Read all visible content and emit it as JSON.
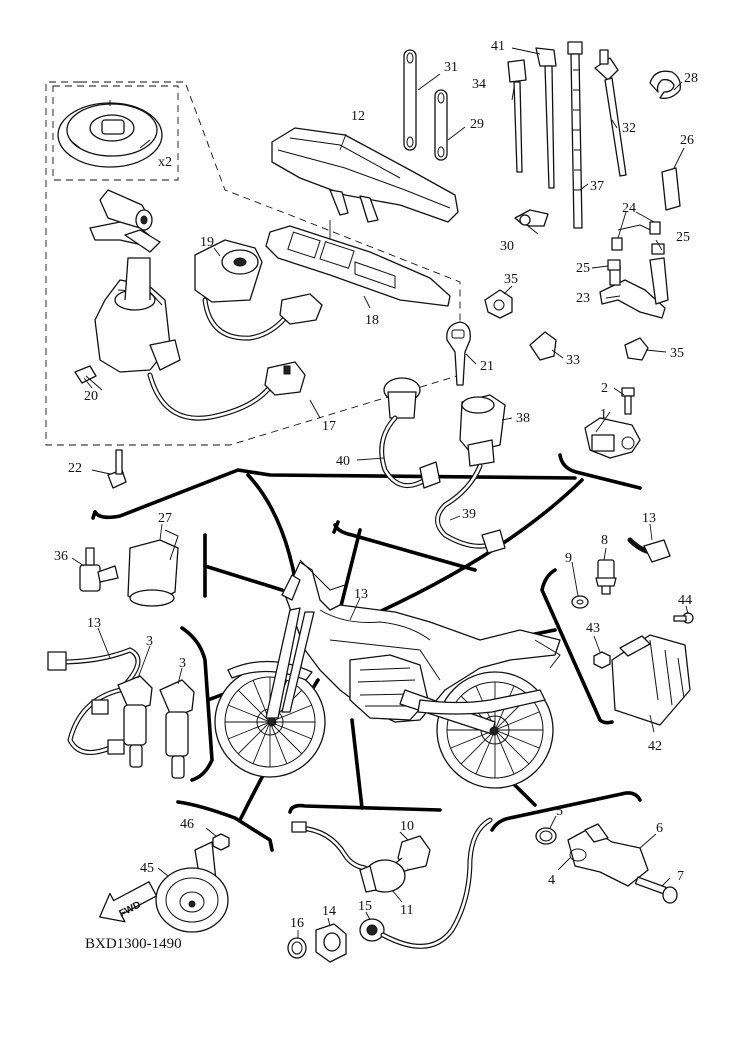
{
  "diagram_code": "BXD1300-1490",
  "multiplier": "x2",
  "fwd_label": "FWD",
  "callouts": [
    {
      "id": "1",
      "part": "sensor-bracket"
    },
    {
      "id": "2",
      "part": "bolt"
    },
    {
      "id": "3",
      "part": "ignition-coil"
    },
    {
      "id": "4",
      "part": "sensor"
    },
    {
      "id": "5",
      "part": "o-ring"
    },
    {
      "id": "6",
      "part": "sensor-body"
    },
    {
      "id": "7",
      "part": "bolt"
    },
    {
      "id": "8",
      "part": "temperature-sensor"
    },
    {
      "id": "9",
      "part": "washer"
    },
    {
      "id": "10",
      "part": "pressure-switch"
    },
    {
      "id": "11",
      "part": "switch"
    },
    {
      "id": "12",
      "part": "meter-assembly"
    },
    {
      "id": "13",
      "part": "wire-harness"
    },
    {
      "id": "14",
      "part": "switch"
    },
    {
      "id": "15",
      "part": "cap"
    },
    {
      "id": "16",
      "part": "gasket"
    },
    {
      "id": "17",
      "part": "main-switch-immobilizer"
    },
    {
      "id": "18",
      "part": "meter-cover"
    },
    {
      "id": "19",
      "part": "immobilizer-unit"
    },
    {
      "id": "20",
      "part": "bolt"
    },
    {
      "id": "21",
      "part": "key-blank"
    },
    {
      "id": "22",
      "part": "bolt"
    },
    {
      "id": "23",
      "part": "bracket"
    },
    {
      "id": "24",
      "part": "screw"
    },
    {
      "id": "25",
      "part": "nut"
    },
    {
      "id": "26",
      "part": "tube"
    },
    {
      "id": "27",
      "part": "cover"
    },
    {
      "id": "28",
      "part": "clip"
    },
    {
      "id": "29",
      "part": "band"
    },
    {
      "id": "30",
      "part": "clamp"
    },
    {
      "id": "31",
      "part": "band"
    },
    {
      "id": "32",
      "part": "clamp"
    },
    {
      "id": "33",
      "part": "clamp"
    },
    {
      "id": "34",
      "part": "band"
    },
    {
      "id": "35",
      "part": "clamp"
    },
    {
      "id": "36",
      "part": "sensor"
    },
    {
      "id": "37",
      "part": "band"
    },
    {
      "id": "38",
      "part": "switch"
    },
    {
      "id": "39",
      "part": "lead"
    },
    {
      "id": "40",
      "part": "lead"
    },
    {
      "id": "41",
      "part": "clamp"
    },
    {
      "id": "42",
      "part": "control-unit"
    },
    {
      "id": "43",
      "part": "nut"
    },
    {
      "id": "44",
      "part": "bolt"
    },
    {
      "id": "45",
      "part": "horn"
    },
    {
      "id": "46",
      "part": "nut"
    }
  ]
}
